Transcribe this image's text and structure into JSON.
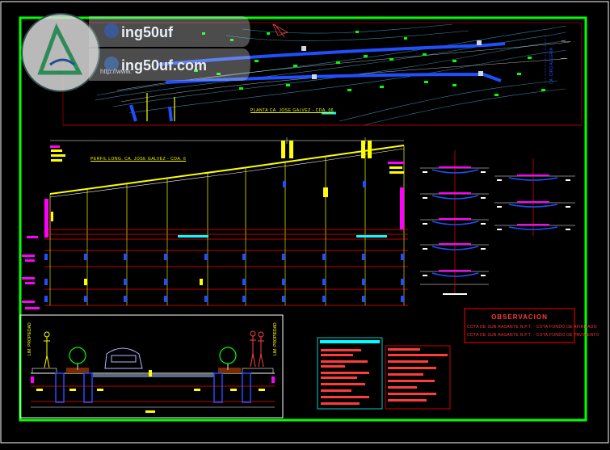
{
  "watermark": {
    "line1": "ing50uf",
    "line2": "ing50uf.com",
    "sub": "http://www."
  },
  "plan": {
    "title": "PLANTA CA. JOSE GALVEZ - CDA. 06"
  },
  "profile": {
    "title": "PERFIL LONG. CA. JOSE GALVEZ - CDA. 6"
  },
  "section": {
    "left_label": "LIM. PROPIEDAD",
    "right_label": "LIM. PROPIEDAD"
  },
  "observacion": {
    "title": "OBSERVACION",
    "lines": [
      "COTA DE SUB RASANTE   N.P.T. - COTA FONDO DE AFIRMADO",
      "COTA DE SUB RASANTE   N.P.T. - COTA FONDO DE PAVIMENTO"
    ]
  },
  "side_label": "CA. CIRO ALEGRIA",
  "colors": {
    "frame": "#00ff00",
    "cyan": "#00ffff",
    "yellow": "#ffff00",
    "magenta": "#ff00ff",
    "red": "#ff0000",
    "blue": "#1f4fff",
    "white": "#ffffff"
  }
}
